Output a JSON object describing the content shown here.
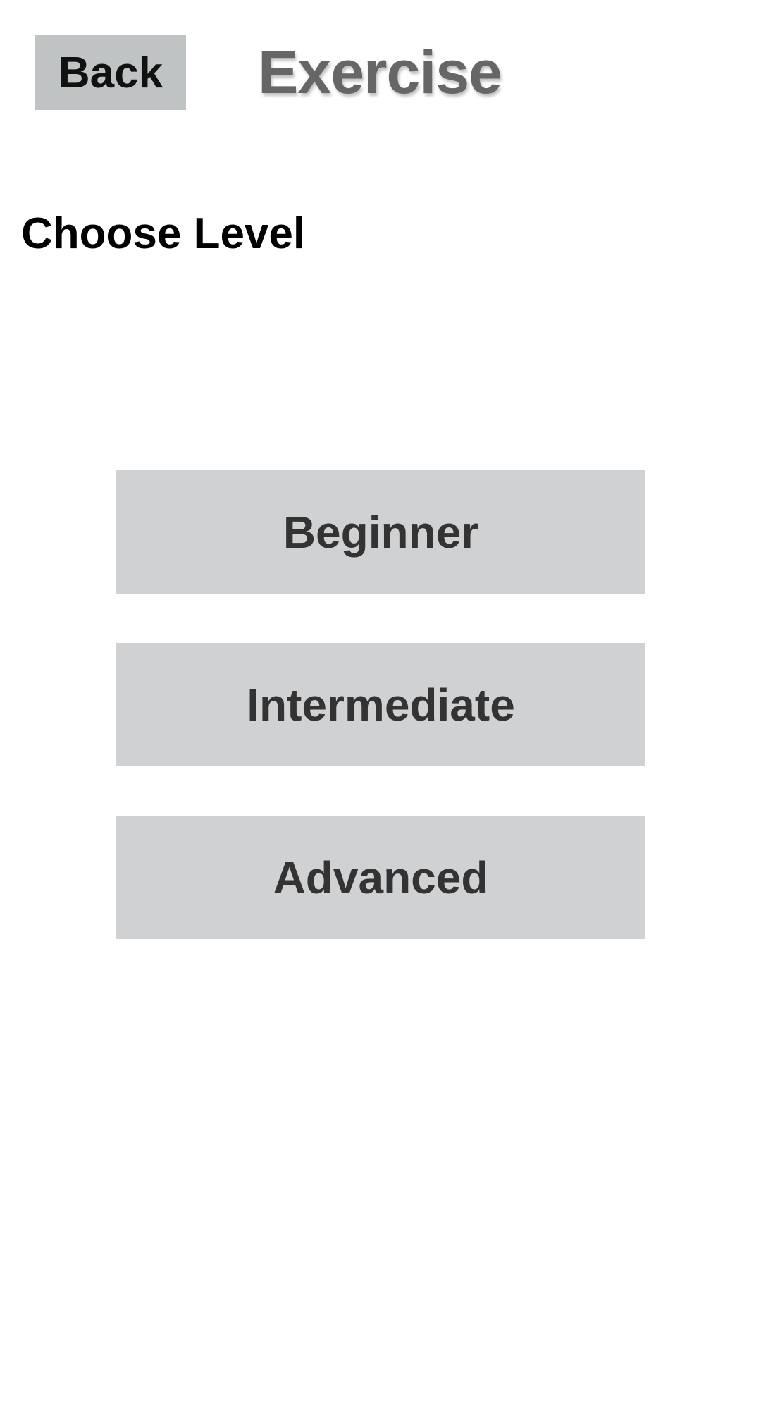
{
  "header": {
    "back_label": "Back",
    "title": "Exercise"
  },
  "main": {
    "section_label": "Choose Level",
    "levels": [
      {
        "label": "Beginner"
      },
      {
        "label": "Intermediate"
      },
      {
        "label": "Advanced"
      }
    ]
  },
  "colors": {
    "back_button_bg": "#bfc3c4",
    "level_button_bg": "#d0d1d3",
    "title_text": "#666666",
    "level_text": "#333333"
  }
}
